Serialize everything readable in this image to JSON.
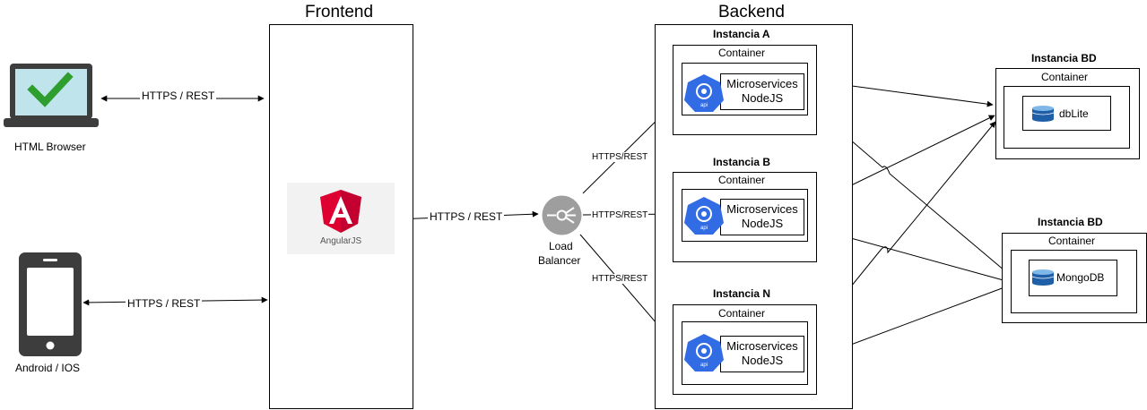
{
  "frontend": {
    "title": "Frontend",
    "framework_label": "AngularJS"
  },
  "backend": {
    "title": "Backend",
    "instances": [
      {
        "name": "Instancia A",
        "container": "Container",
        "service_line1": "Microservices",
        "service_line2": "NodeJS",
        "icon_text": "api"
      },
      {
        "name": "Instancia B",
        "container": "Container",
        "service_line1": "Microservices",
        "service_line2": "NodeJS",
        "icon_text": "api"
      },
      {
        "name": "Instancia N",
        "container": "Container",
        "service_line1": "Microservices",
        "service_line2": "NodeJS",
        "icon_text": "api"
      }
    ]
  },
  "clients": [
    {
      "label": "HTML Browser",
      "link_label": "HTTPS / REST"
    },
    {
      "label": "Android / IOS",
      "link_label": "HTTPS / REST"
    }
  ],
  "frontend_to_lb": "HTTPS / REST",
  "load_balancer": {
    "line1": "Load",
    "line2": "Balancer"
  },
  "lb_links": [
    "HTTPS/REST",
    "HTTPS/REST",
    "HTTPS/REST"
  ],
  "databases": [
    {
      "title": "Instancia BD",
      "container": "Container",
      "db_name": "dbLite"
    },
    {
      "title": "Instancia BD",
      "container": "Container",
      "db_name": "MongoDB"
    }
  ],
  "colors": {
    "k8s_blue": "#326CE5",
    "angular_red": "#DD0031",
    "check_green": "#2E9E2E",
    "db_blue": "#1E5FA8",
    "lb_gray": "#9E9E9E"
  }
}
